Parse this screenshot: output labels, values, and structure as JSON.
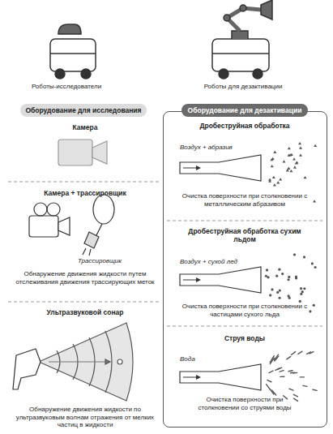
{
  "diagram": {
    "nodes": [
      {
        "text": [
          "Оборудование для исследования"
        ]
      },
      {
        "text": [
          "Оборудование для дезактивации"
        ]
      }
    ],
    "labels": [
      "Роботы-исследователи",
      "Роботы для дезактивации",
      "Камера",
      "Камера + трассировщик",
      "Трассировщик",
      "Обнаружение движения жидкости путем отслеживания движения трассирующих меток",
      "Ультразвуковой сонар",
      "Обнаружение движения жидкости по ультразвуковым волнам отражения от мелких частиц в жидкости",
      "Дробеструйная обработка",
      "Воздух + абразив",
      "Очистка поверхности при столкновении с металлическим абразивом",
      "Дробеструйная обработка сухим льдом",
      "Воздух + сухой лед",
      "Очистка поверхности при столкновении с частицами сухого льда",
      "Струя воды",
      "Вода",
      "Очистка поверхности при столкновении со струями воды"
    ]
  }
}
